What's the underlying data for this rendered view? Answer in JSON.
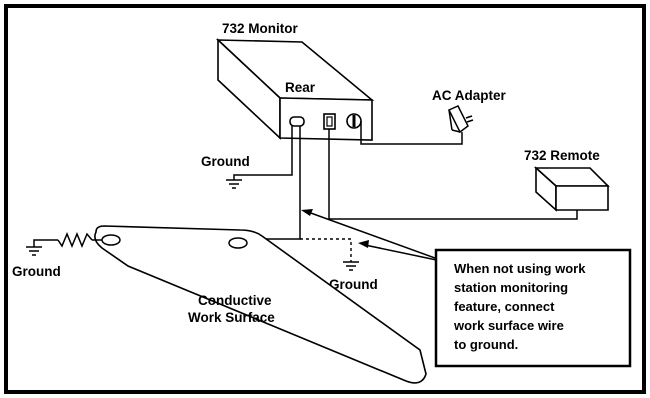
{
  "labels": {
    "monitor": "732 Monitor",
    "rear": "Rear",
    "ac_adapter": "AC Adapter",
    "remote": "732 Remote",
    "ground_left": "Ground",
    "ground_top": "Ground",
    "ground_middle": "Ground",
    "surface_line1": "Conductive",
    "surface_line2": "Work Surface"
  },
  "note": {
    "lines": [
      "When not using work",
      "station monitoring",
      "feature, connect",
      "work surface wire",
      "to ground."
    ]
  }
}
